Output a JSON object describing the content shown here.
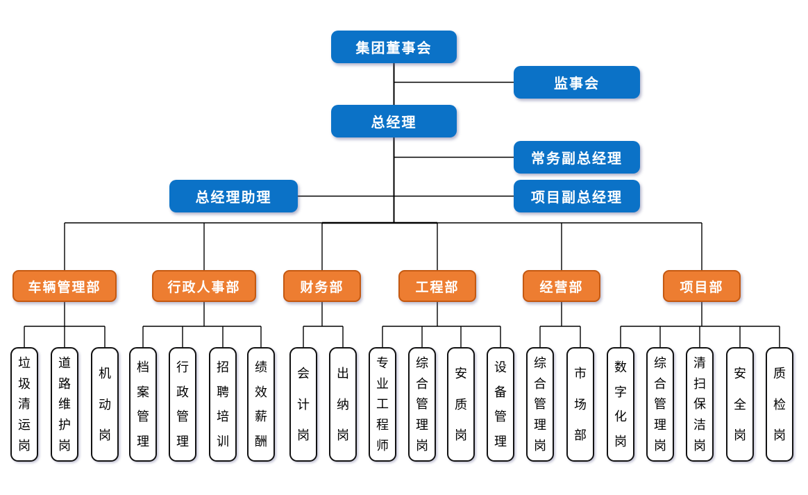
{
  "org": {
    "board": "集团董事会",
    "supervisory_board": "监事会",
    "general_manager": "总经理",
    "executive_deputy_gm": "常务副总经理",
    "gm_assistant": "总经理助理",
    "project_deputy_gm": "项目副总经理",
    "departments": [
      {
        "label": "车辆管理部",
        "children": [
          "垃圾清运岗",
          "道路维护岗",
          "机动岗"
        ]
      },
      {
        "label": "行政人事部",
        "children": [
          "档案管理",
          "行政管理",
          "招聘培训",
          "绩效薪酬"
        ]
      },
      {
        "label": "财务部",
        "children": [
          "会计岗",
          "出纳岗"
        ]
      },
      {
        "label": "工程部",
        "children": [
          "专业工程师",
          "综合管理岗",
          "安质岗",
          "设备管理"
        ]
      },
      {
        "label": "经营部",
        "children": [
          "综合管理岗",
          "市场部"
        ]
      },
      {
        "label": "项目部",
        "children": [
          "数字化岗",
          "综合管理岗",
          "清扫保洁岗",
          "安全岗",
          "质检岗"
        ]
      }
    ],
    "colors": {
      "executive_fill": "#0B72C7",
      "department_fill": "#ED7D31",
      "department_border": "#C45911",
      "position_fill": "#FFFFFF",
      "position_border": "#111111",
      "connector": "#000000",
      "text_on_fill": "#FFFFFF",
      "text_on_position": "#000000"
    }
  }
}
